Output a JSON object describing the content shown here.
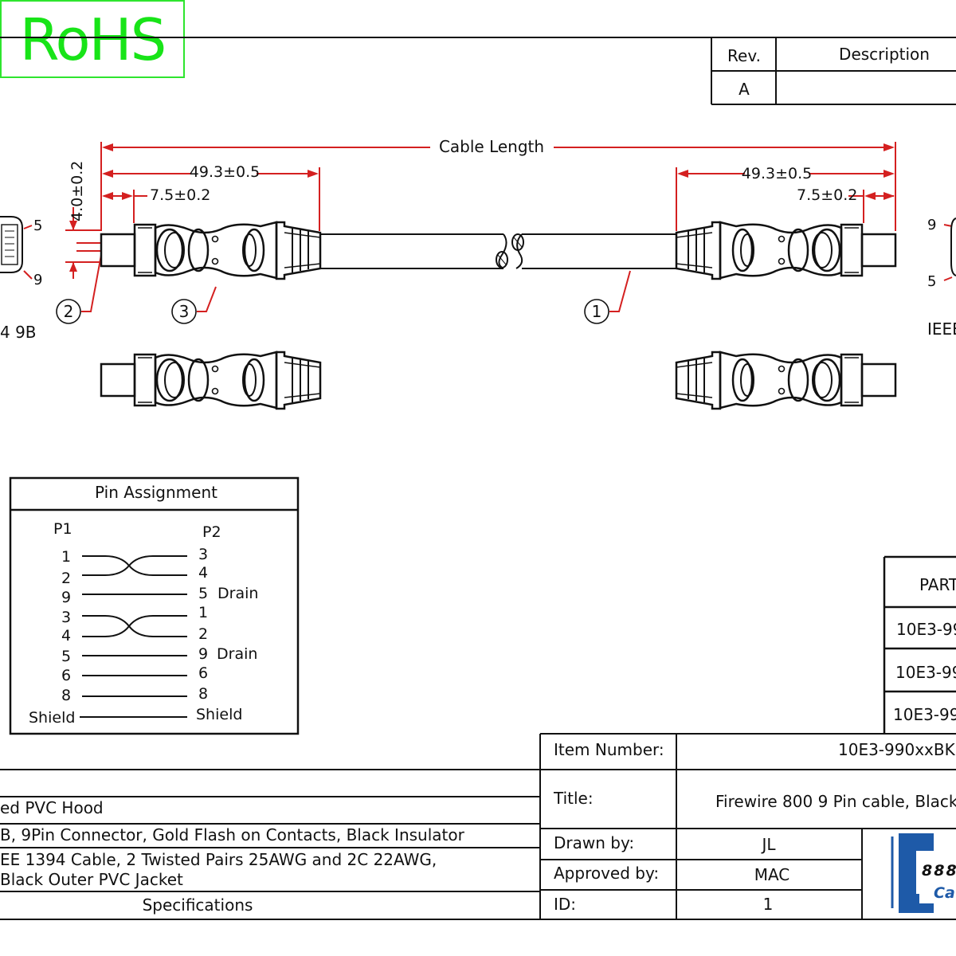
{
  "revision_table": {
    "rev_header": "Rev.",
    "desc_header": "Description",
    "rev_value": "A"
  },
  "dimensions": {
    "cable_length": "Cable Length",
    "left_overall": "49.3±0.5",
    "left_plug": "7.5±0.2",
    "left_height": "4.0±0.2",
    "right_overall": "49.3±0.5",
    "right_plug": "7.5±0.2"
  },
  "callouts": [
    "1",
    "2",
    "3"
  ],
  "connector_labels": {
    "left_pin_top": "5",
    "left_pin_bottom": "9",
    "left_caption": "4 9B",
    "right_pin_top": "9",
    "right_pin_bottom": "5",
    "right_caption": "IEEE"
  },
  "pin_assignment": {
    "title": "Pin Assignment",
    "p1_label": "P1",
    "p2_label": "P2",
    "rows": [
      {
        "p1": "1",
        "p2": "3",
        "note": ""
      },
      {
        "p1": "2",
        "p2": "4",
        "note": ""
      },
      {
        "p1": "9",
        "p2": "5",
        "note": "Drain"
      },
      {
        "p1": "3",
        "p2": "1",
        "note": ""
      },
      {
        "p1": "4",
        "p2": "2",
        "note": ""
      },
      {
        "p1": "5",
        "p2": "9",
        "note": "Drain"
      },
      {
        "p1": "6",
        "p2": "6",
        "note": ""
      },
      {
        "p1": "8",
        "p2": "8",
        "note": ""
      },
      {
        "p1": "Shield",
        "p2": "Shield",
        "note": ""
      }
    ]
  },
  "rohs": "RoHS",
  "part_table": {
    "header": "PART",
    "rows": [
      "10E3-99",
      "10E3-99",
      "10E3-99"
    ]
  },
  "specifications": {
    "items": [
      "ed PVC Hood",
      "B, 9Pin Connector,  Gold Flash on Contacts, Black Insulator",
      "EE 1394 Cable,  2 Twisted Pairs 25AWG and 2C 22AWG,",
      "Black Outer PVC Jacket"
    ],
    "footer": "Specifications"
  },
  "title_block": {
    "item_number_label": "Item Number:",
    "item_number_value": "10E3-990xxBK",
    "title_label": "Title:",
    "title_value": "Firewire 800 9 Pin cable, Black,",
    "drawn_by_label": "Drawn by:",
    "drawn_by_value": "JL",
    "approved_by_label": "Approved by:",
    "approved_by_value": "MAC",
    "id_label": "ID:",
    "id_value": "1",
    "logo_digits": "888",
    "logo_word": "Ca"
  },
  "colors": {
    "dimension_red": "#d42020",
    "rohs_green": "#18e418",
    "logo_blue": "#1e5aa8"
  }
}
